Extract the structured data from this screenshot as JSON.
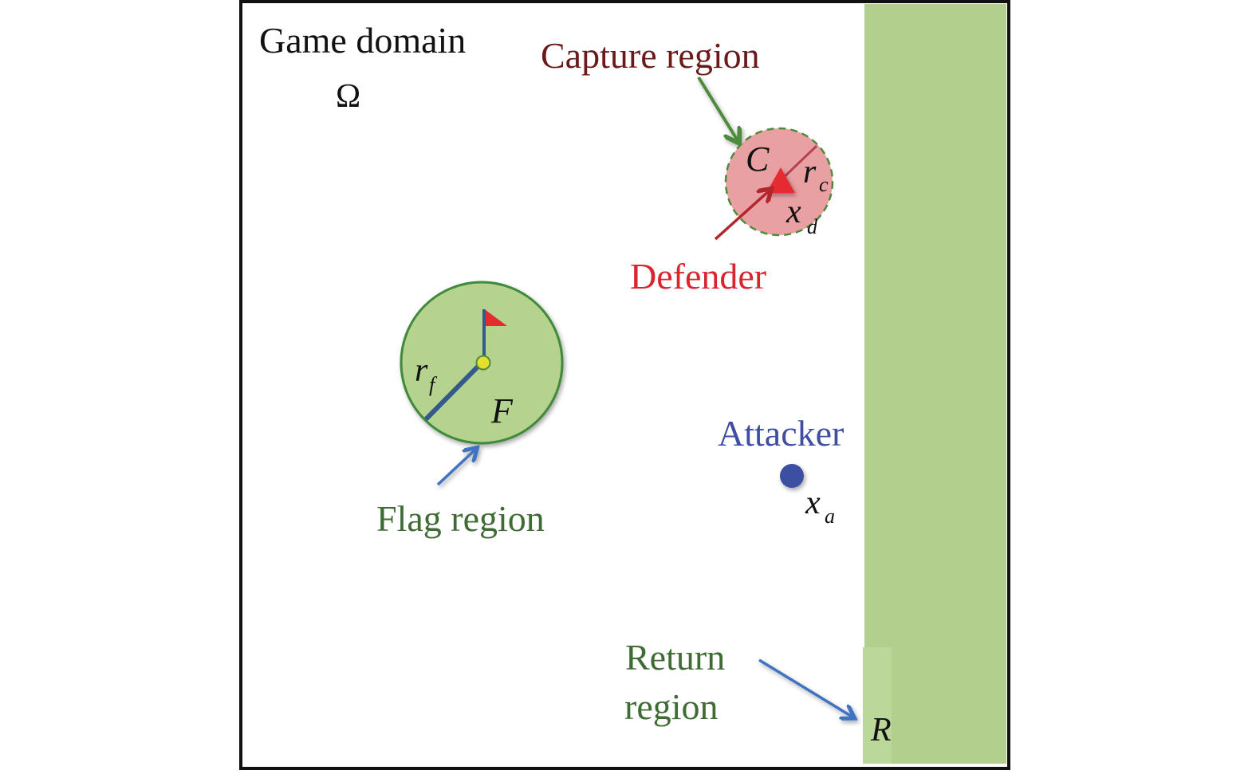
{
  "labels": {
    "game_domain": "Game domain",
    "omega": "Ω",
    "capture_region": "Capture region",
    "capture_symbol": "C",
    "capture_radius": "r",
    "capture_radius_sub": "c",
    "defender": "Defender",
    "defender_pos": "x",
    "defender_pos_sub": "d",
    "flag_region": "Flag region",
    "flag_symbol": "F",
    "flag_radius": "r",
    "flag_radius_sub": "f",
    "attacker": "Attacker",
    "attacker_pos": "x",
    "attacker_pos_sub": "a",
    "return_region_line1": "Return",
    "return_region_line2": "region",
    "return_symbol": "R"
  },
  "colors": {
    "frame": "#111111",
    "return_region_fill": "#b3cf8e",
    "return_region_highlight": "#bcd79a",
    "flag_region_fill": "#b5d38f",
    "flag_region_stroke": "#3f8a3a",
    "capture_fill": "#e8a0a2",
    "capture_stroke": "#4e8b3c",
    "defender_triangle": "#e52a30",
    "defender_arrow": "#b3262e",
    "capture_label": "#6b1a1a",
    "capture_arrow": "#4e8b3c",
    "defender_label": "#d9252d",
    "flag_label": "#3f6b34",
    "flag_arrow": "#3f73c2",
    "flag_pole": "#345a8c",
    "flag_pennant": "#e52a30",
    "flag_center": "#e3e02f",
    "attacker_label": "#3e4fa3",
    "attacker_dot": "#3e4fa3",
    "return_label": "#3f6b34",
    "return_arrow": "#3f73c2",
    "text": "#111111"
  }
}
